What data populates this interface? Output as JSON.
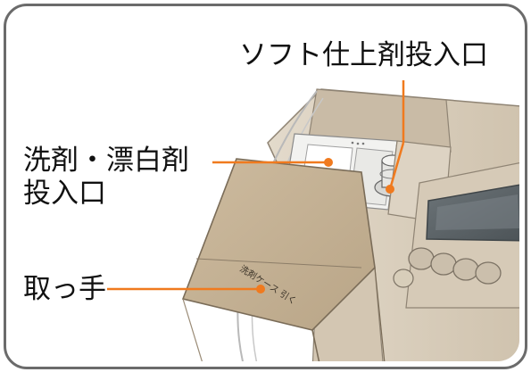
{
  "labels": {
    "softener_inlet": "ソフト仕上剤投入口",
    "detergent_inlet_line1": "洗剤・漂白剤",
    "detergent_inlet_line2": "投入口",
    "handle": "取っ手"
  },
  "case_print": "洗剤ケース 引く",
  "colors": {
    "frame": "#6b6b6b",
    "leader_line": "#f07a1e",
    "lid": "#c8b598",
    "body": "#d8cdbb",
    "panel": "#5d6468"
  }
}
